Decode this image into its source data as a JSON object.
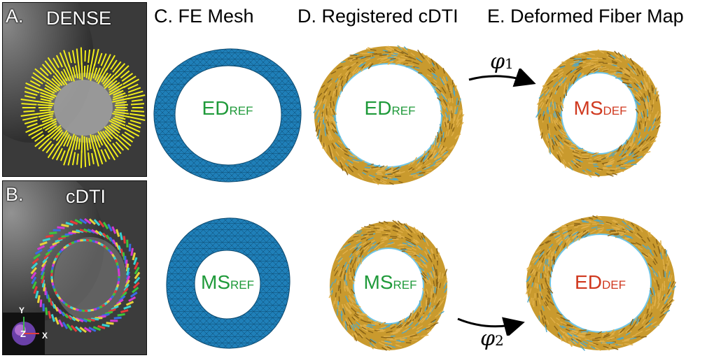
{
  "panels": {
    "a": {
      "letter": "A.",
      "title": "DENSE"
    },
    "b": {
      "letter": "B.",
      "title": "cDTI"
    },
    "c": {
      "header": "C.  FE Mesh"
    },
    "d": {
      "header": "D. Registered cDTI"
    },
    "e": {
      "header": "E. Deformed Fiber Map"
    }
  },
  "axes_gizmo": {
    "y": "Y",
    "z": "Z",
    "x": "X"
  },
  "rings": {
    "c_top": {
      "main": "ED",
      "sub": "REF"
    },
    "c_bottom": {
      "main": "MS",
      "sub": "REF"
    },
    "d_top": {
      "main": "ED",
      "sub": "REF"
    },
    "d_bottom": {
      "main": "MS",
      "sub": "REF"
    },
    "e_top": {
      "main": "MS",
      "sub": "DEF"
    },
    "e_bottom": {
      "main": "ED",
      "sub": "DEF"
    }
  },
  "transforms": {
    "phi1": {
      "symbol": "φ",
      "sub": "1"
    },
    "phi2": {
      "symbol": "φ",
      "sub": "2"
    }
  },
  "colors": {
    "mesh": "#1f7fb8",
    "fiber": "#c99a2e",
    "ref_label": "#1f9a3a",
    "def_label": "#d0391f",
    "dense_arrows": "#f2ee1a"
  }
}
